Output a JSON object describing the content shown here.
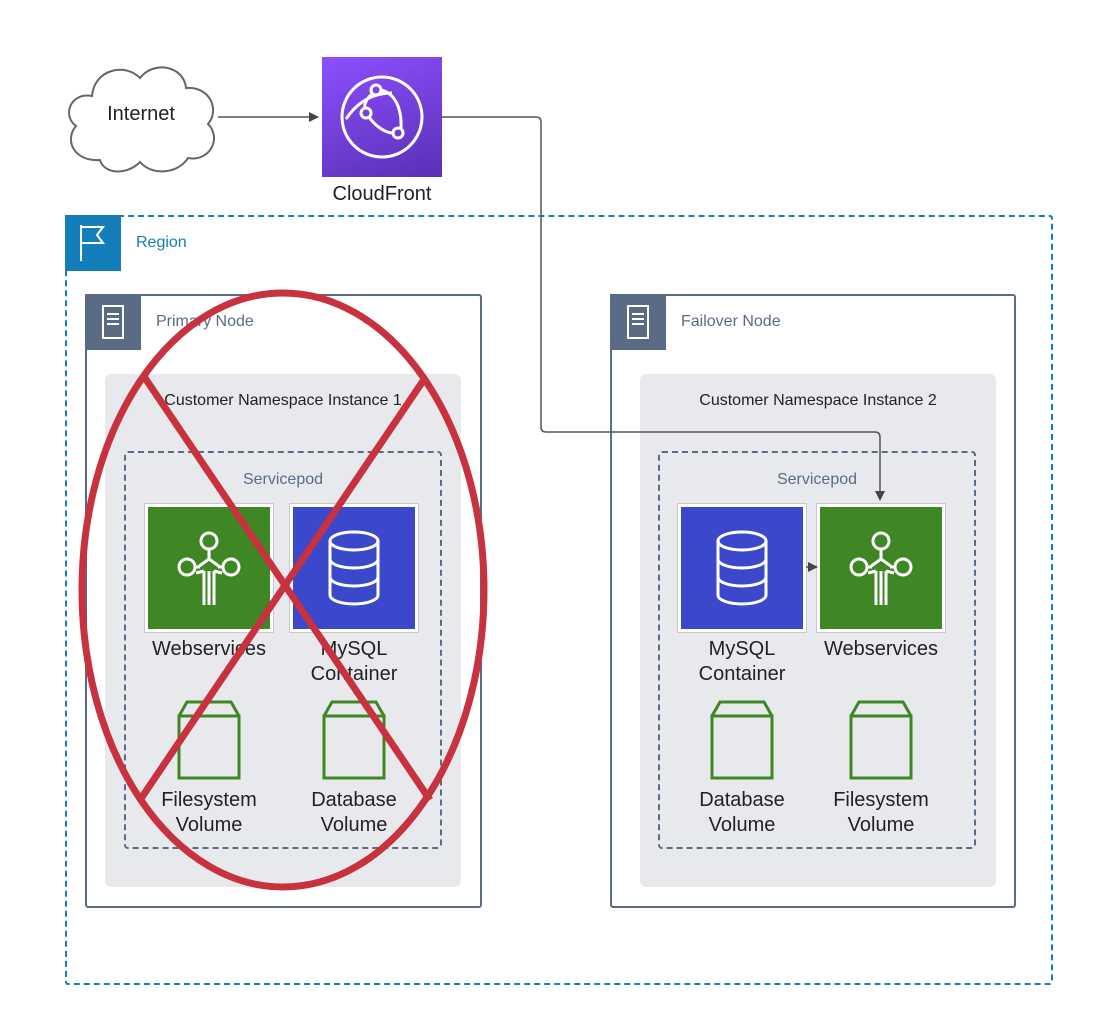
{
  "internet": {
    "label": "Internet"
  },
  "cloudfront": {
    "label": "CloudFront"
  },
  "region": {
    "label": "Region"
  },
  "primary_node": {
    "label": "Primary Node",
    "namespace": "Customer Namespace Instance 1",
    "pod": "Servicepod",
    "services": [
      "Webservices",
      "MySQL\nContainer"
    ],
    "volumes": [
      "Filesystem\nVolume",
      "Database\nVolume"
    ],
    "status": "failed"
  },
  "failover_node": {
    "label": "Failover Node",
    "namespace": "Customer Namespace Instance 2",
    "pod": "Servicepod",
    "services": [
      "MySQL\nContainer",
      "Webservices"
    ],
    "volumes": [
      "Database\nVolume",
      "Filesystem\nVolume"
    ]
  },
  "colors": {
    "region": "#147eba",
    "node": "#5a6b86",
    "webservices": "#3f8624",
    "mysql": "#3b48cc",
    "cloudfront": "#8c4fff",
    "failure_mark": "#c8323f"
  }
}
